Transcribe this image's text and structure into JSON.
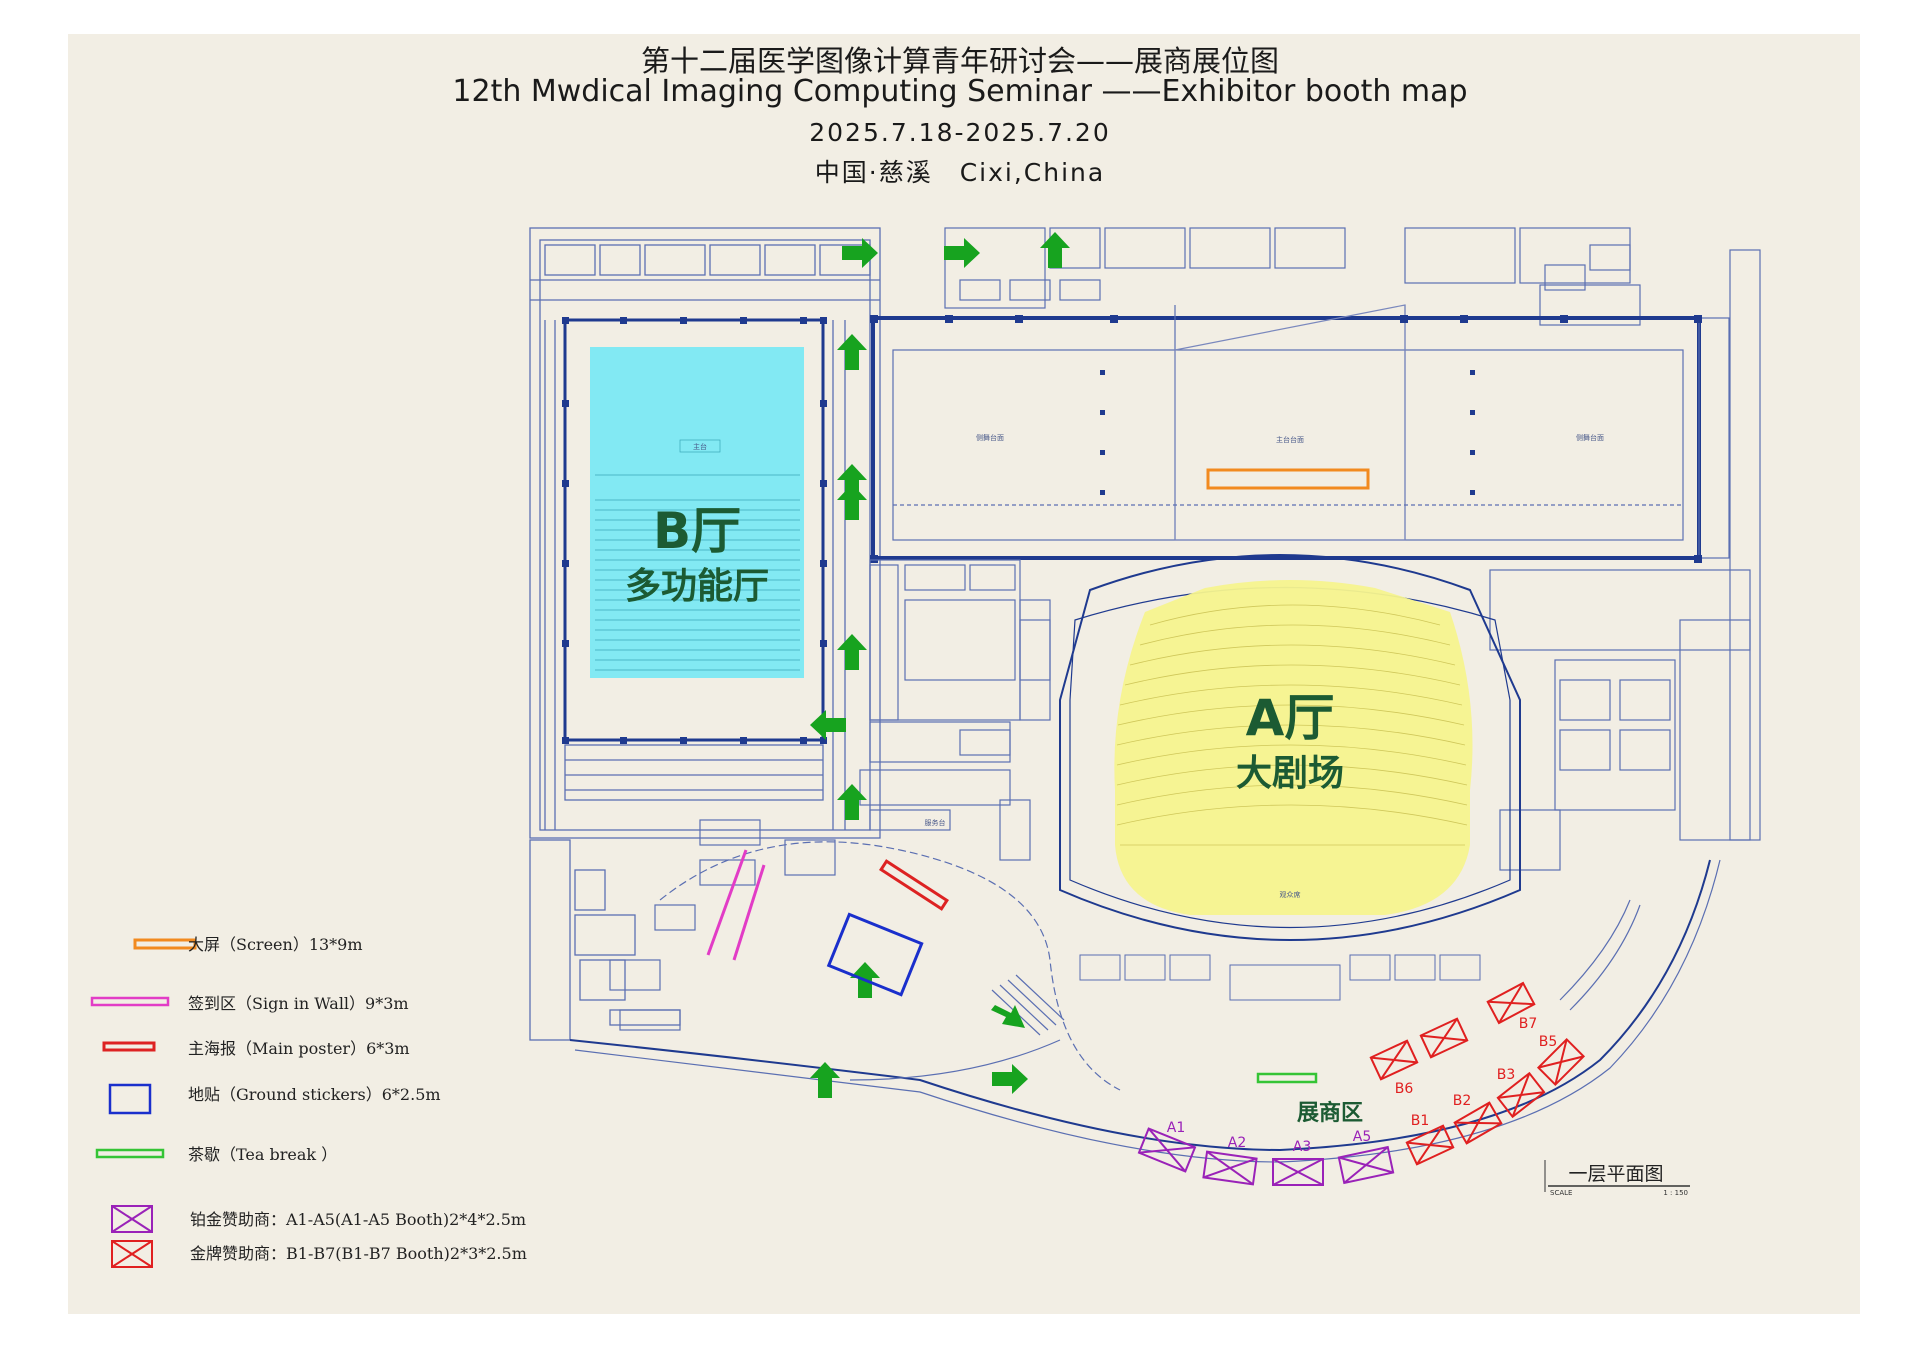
{
  "header": {
    "title_cn": "第十二届医学图像计算青年研讨会——展商展位图",
    "title_en": "12th Mwdical Imaging Computing Seminar ——Exhibitor booth map",
    "dates": "2025.7.18-2025.7.20",
    "location": "中国·慈溪　Cixi,China"
  },
  "halls": {
    "b_name": "B厅",
    "b_sub": "多功能厅",
    "a_name": "A厅",
    "a_sub": "大剧场",
    "expo_zone": "展商区"
  },
  "plan": {
    "floor_title": "一层平面图",
    "scale_label": "SCALE",
    "scale_value": "1 : 150"
  },
  "legend": [
    {
      "text": "大屏（Screen）13*9m",
      "color": "#f28a1f",
      "icon": "screen-bar-icon"
    },
    {
      "text": "签到区（Sign in Wall）9*3m",
      "color": "#e23cc6",
      "icon": "sign-in-wall-icon"
    },
    {
      "text": "主海报（Main poster）6*3m",
      "color": "#dd2222",
      "icon": "main-poster-icon"
    },
    {
      "text": "地贴（Ground stickers）6*2.5m",
      "color": "#1a2fcc",
      "icon": "ground-sticker-icon"
    },
    {
      "text": "茶歇（Tea break ）",
      "color": "#35c435",
      "icon": "tea-break-icon"
    },
    {
      "text": "铂金赞助商：A1-A5(A1-A5 Booth)2*4*2.5m",
      "color": "#9a22b8",
      "icon": "platinum-booth-icon"
    },
    {
      "text": "金牌赞助商：B1-B7(B1-B7 Booth)2*3*2.5m",
      "color": "#e02020",
      "icon": "gold-booth-icon"
    }
  ],
  "booths_a": [
    "A1",
    "A2",
    "A3",
    "A5"
  ],
  "booths_b": [
    "B1",
    "B2",
    "B3",
    "B5",
    "B6",
    "B7"
  ],
  "colors": {
    "wall": "#1f3a8f",
    "line": "#5b6fb2",
    "hall_b_fill": "#6fe8f6",
    "hall_a_fill": "#f5f38e",
    "arrow": "#17a31f",
    "sheet": "#f2eee4"
  },
  "rooms": {
    "stage": "主台",
    "seat_area": "观众席",
    "lobby": "服务台",
    "stage_a": "主台台面",
    "left_stage": "侧舞台面",
    "right_stage": "侧舞台面"
  }
}
